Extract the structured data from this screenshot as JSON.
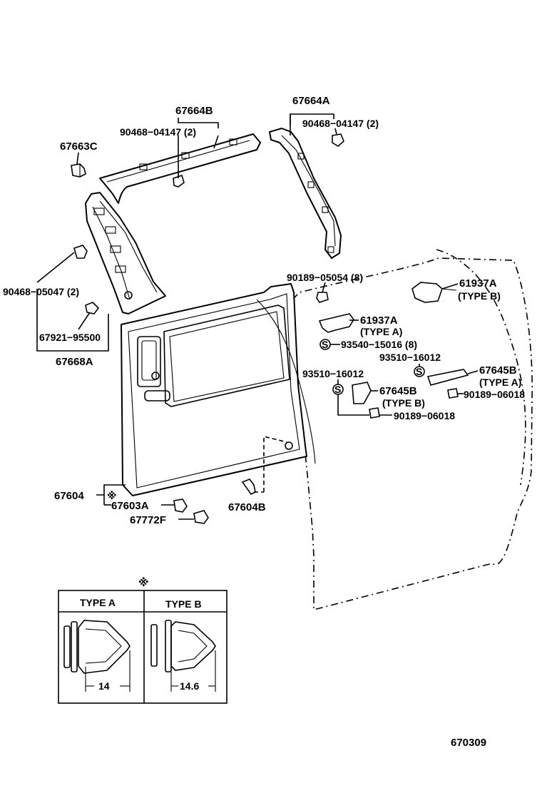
{
  "diagram_code": "670309",
  "callouts": {
    "p67664B": "67664B",
    "p67664A": "67664A",
    "p90468_04147_left": "90468−04147 (2)",
    "p90468_04147_right": "90468−04147 (2)",
    "p67663C": "67663C",
    "p90468_05047": "90468−05047 (2)",
    "p67921_95500": "67921−95500",
    "p67668A": "67668A",
    "p90189_05054": "90189−05054 (8)",
    "p61937A_1": "61937A",
    "p61937A_1_type": "(TYPE  B)",
    "p61937A_2": "61937A",
    "p61937A_2_type": "(TYPE  A)",
    "p93540_15016": "93540−15016 (8)",
    "p93510_16012_a": "93510−16012",
    "p93510_16012_b": "93510−16012",
    "p67645B_1": "67645B",
    "p67645B_1_type": "(TYPE  A)",
    "p67645B_2": "67645B",
    "p67645B_2_type": "(TYPE  B)",
    "p90189_06018_a": "90189−06018",
    "p90189_06018_b": "90189−06018",
    "p67604": "67604",
    "p67603A": "67603A",
    "p67772F": "67772F",
    "p67604B": "67604B"
  },
  "inset": {
    "marker": "※",
    "type_a_label": "TYPE A",
    "type_b_label": "TYPE B",
    "type_a_dimension": "14",
    "type_b_dimension": "14.6"
  },
  "symbols": {
    "s_mark": "S",
    "star_mark": "※"
  }
}
